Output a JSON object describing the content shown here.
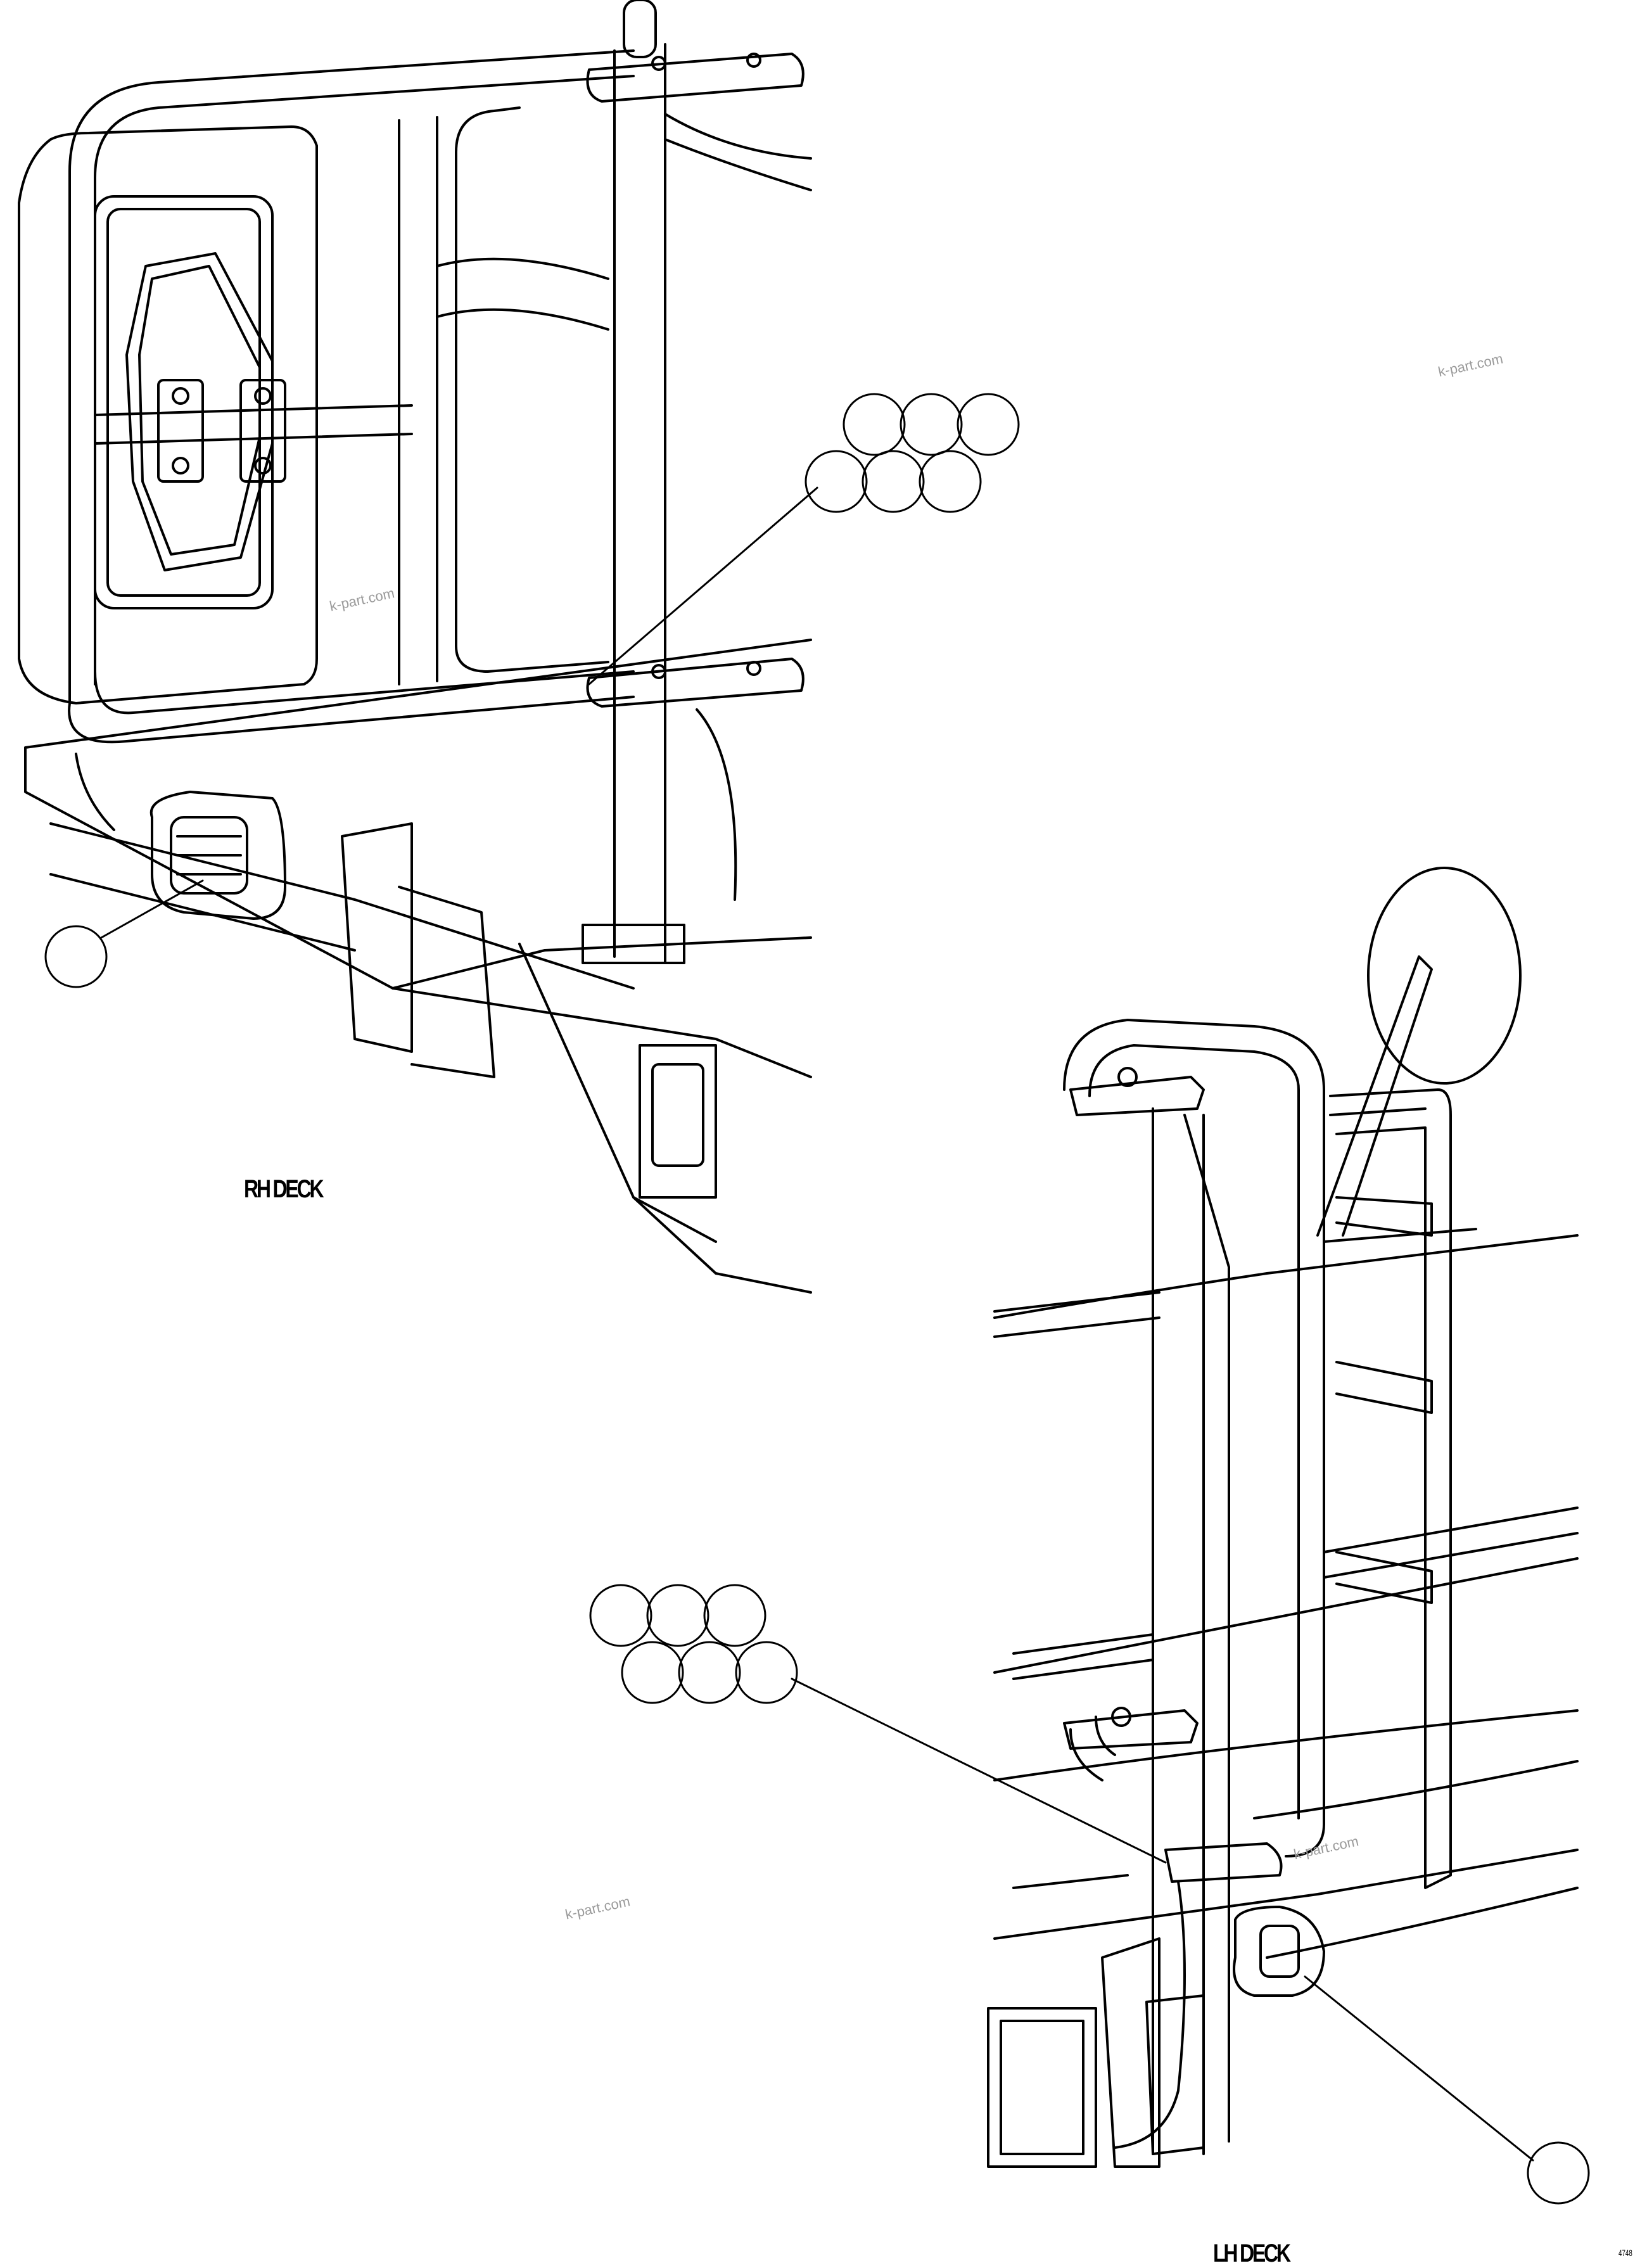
{
  "labels": {
    "rh_deck": "RH DECK",
    "lh_deck": "LH DECK",
    "figure_id": "4748"
  },
  "watermarks": [
    "k-part.com",
    "k-part.com",
    "k-part.com",
    "k-part.com"
  ],
  "callouts": {
    "rh_lamp_cluster": [
      "",
      "",
      "",
      "",
      "",
      ""
    ],
    "rh_work_lamp": [
      ""
    ],
    "lh_lamp_cluster": [
      "",
      "",
      "",
      "",
      "",
      ""
    ],
    "lh_work_lamp": [
      ""
    ]
  },
  "colors": {
    "line": "#000000",
    "background": "#ffffff",
    "watermark": "#9a9a9a"
  }
}
